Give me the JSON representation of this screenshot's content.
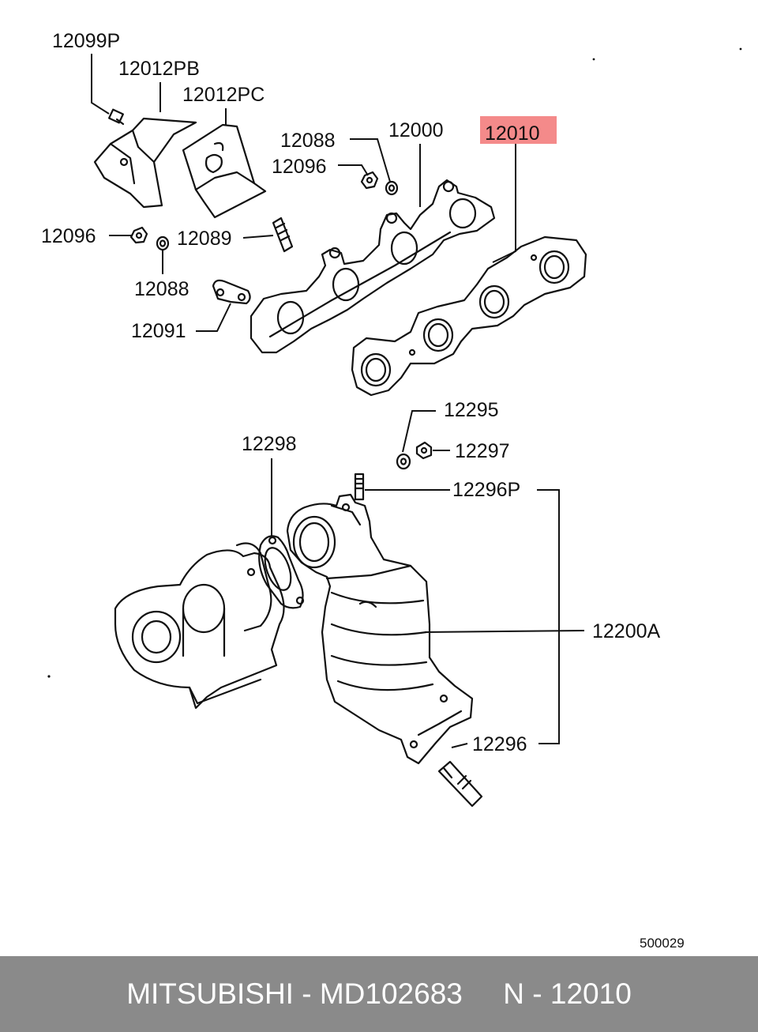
{
  "labels": {
    "p12099P": "12099P",
    "p12012PB": "12012PB",
    "p12012PC": "12012PC",
    "p12088a": "12088",
    "p12096a": "12096",
    "p12000": "12000",
    "p12010": "12010",
    "p12096b": "12096",
    "p12089": "12089",
    "p12088b": "12088",
    "p12091": "12091",
    "p12295": "12295",
    "p12297": "12297",
    "p12298": "12298",
    "p12296P": "12296P",
    "p12200A": "12200A",
    "p12296": "12296",
    "code": "500029"
  },
  "highlight_color": "#f48a8a",
  "footer": {
    "brand": "MITSUBISHI",
    "sep1": " - ",
    "part_number": "MD102683",
    "gap": "     ",
    "n_label": "N",
    "sep2": " - ",
    "ref": "12010"
  }
}
